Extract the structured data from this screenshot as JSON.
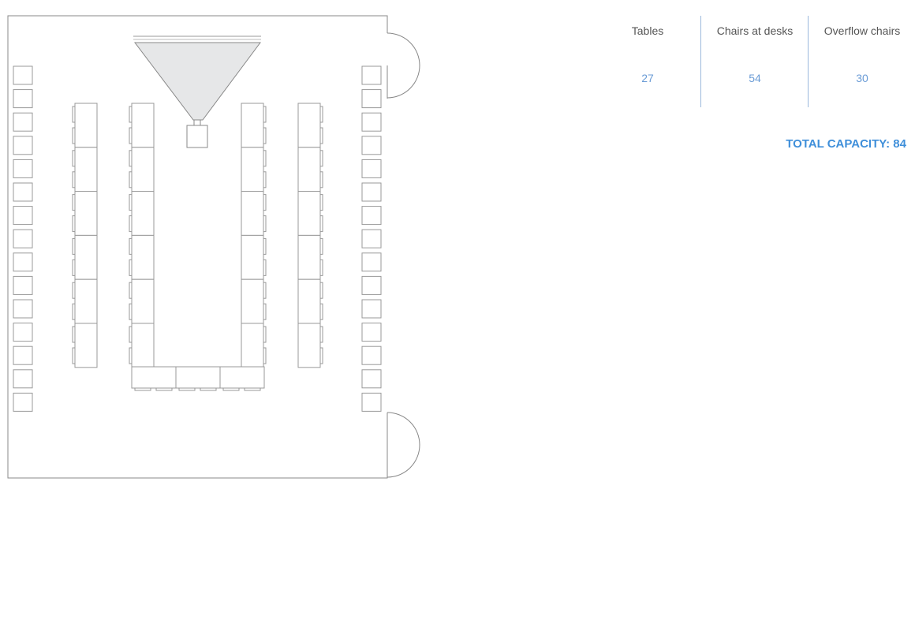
{
  "stats": [
    {
      "label": "Tables",
      "value": "27"
    },
    {
      "label": "Chairs at desks",
      "value": "54"
    },
    {
      "label": "Overflow chairs",
      "value": "30"
    }
  ],
  "total": {
    "label": "TOTAL CAPACITY: 84"
  },
  "colors": {
    "wall": "#888888",
    "furniture": "#999999",
    "projection": "#e6e7e8",
    "accent": "#3f8fda",
    "value": "#6b9cd6",
    "divider": "#9bb8dc"
  },
  "layout_counts": {
    "overflow_chairs_per_wall": 15,
    "tables_per_side_column": 6,
    "head_tables": 3
  }
}
